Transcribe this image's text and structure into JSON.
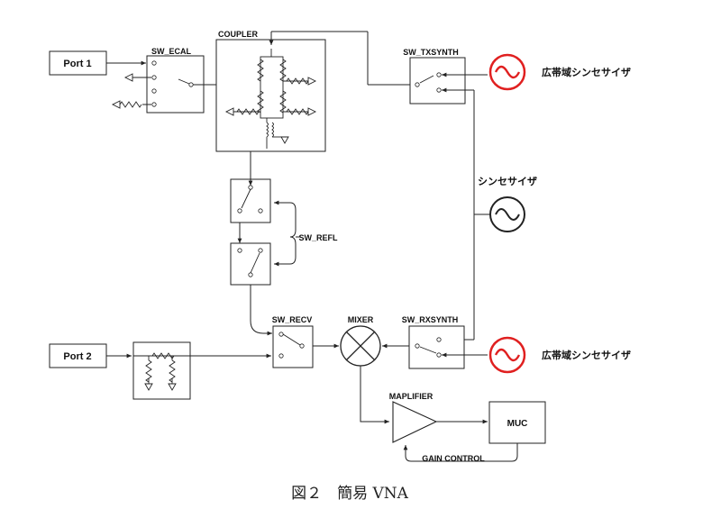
{
  "labels": {
    "port1": "Port 1",
    "port2": "Port 2",
    "sw_ecal": "SW_ECAL",
    "coupler": "COUPLER",
    "sw_txsynth": "SW_TXSYNTH",
    "sw_refl": "SW_REFL",
    "sw_recv": "SW_RECV",
    "mixer": "MIXER",
    "sw_rxsynth": "SW_RXSYNTH",
    "amplifier": "MAPLIFIER",
    "muc": "MUC",
    "gain_control": "GAIN CONTROL",
    "wideband_synth_top": "広帯域シンセサイザ",
    "synth_mid": "シンセサイザ",
    "wideband_synth_bottom": "広帯域シンセサイザ"
  },
  "caption": "図２　簡易 VNA",
  "colors": {
    "source_ring": "#e02020",
    "line": "#222222"
  },
  "icons": {
    "source": "sine-source-icon",
    "mixer": "mixer-x-icon",
    "amplifier": "triangle-amplifier-icon"
  }
}
